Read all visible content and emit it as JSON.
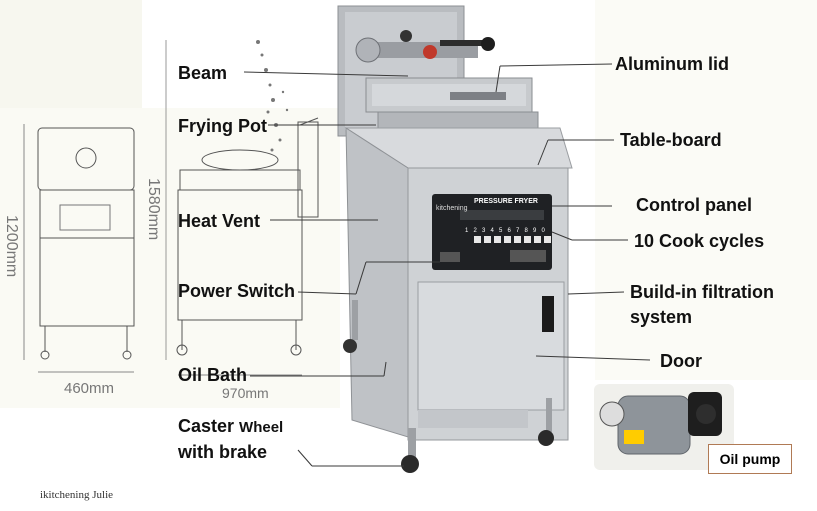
{
  "labels": {
    "beam": "Beam",
    "aluminum_lid": "Aluminum lid",
    "frying_pot": "Frying Pot",
    "table_board": "Table-board",
    "heat_vent": "Heat Vent",
    "control_panel": "Control panel",
    "cook_cycles": "10 Cook cycles",
    "power_switch": "Power Switch",
    "filtration_line1": "Build-in filtration",
    "filtration_line2": "system",
    "door": "Door",
    "oil_bath": "Oil Bath",
    "caster_word": "Caster",
    "caster_wheel": "Wheel",
    "caster_line2": "with brake",
    "oil_pump": "Oil pump"
  },
  "dimensions": {
    "height_front": "1200mm",
    "width_front": "460mm",
    "height_side": "1580mm",
    "depth_side": "970mm"
  },
  "panel_text": {
    "brand": "kitchening",
    "title": "PRESSURE FRYER",
    "keys": [
      "1",
      "2",
      "3",
      "4",
      "5",
      "6",
      "7",
      "8",
      "9",
      "0"
    ]
  },
  "watermark": "ikitchening Julie"
}
